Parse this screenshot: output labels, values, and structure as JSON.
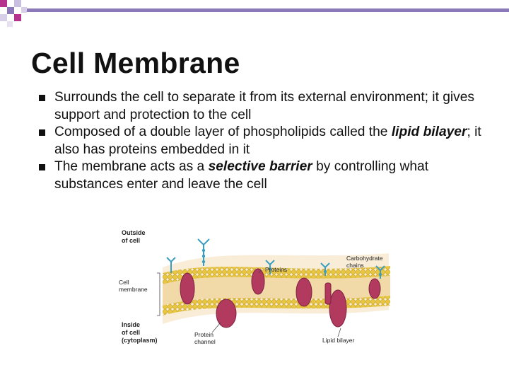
{
  "title": "Cell Membrane",
  "bullets": [
    {
      "parts": [
        {
          "text": "Surrounds the cell to separate it from its external environment; it gives support and protection to the cell",
          "style": "normal"
        }
      ]
    },
    {
      "parts": [
        {
          "text": "Composed of a double layer of phospholipids called the ",
          "style": "normal"
        },
        {
          "text": "lipid bilayer",
          "style": "bold-italic"
        },
        {
          "text": "; it also has proteins embedded in it",
          "style": "normal"
        }
      ]
    },
    {
      "parts": [
        {
          "text": "The membrane acts as a ",
          "style": "normal"
        },
        {
          "text": "selective barrier",
          "style": "bold-italic"
        },
        {
          "text": " by controlling what substances enter and leave the cell",
          "style": "normal"
        }
      ]
    }
  ],
  "diagram": {
    "outside_line1": "Outside",
    "outside_line2": "of cell",
    "cell_membrane_line1": "Cell",
    "cell_membrane_line2": "membrane",
    "inside_line1": "Inside",
    "inside_line2": "of cell",
    "inside_line3": "(cytoplasm)",
    "proteins": "Proteins",
    "carbohydrate_line1": "Carbohydrate",
    "carbohydrate_line2": "chains",
    "protein_channel_line1": "Protein",
    "protein_channel_line2": "channel",
    "lipid_bilayer": "Lipid bilayer"
  },
  "colors": {
    "accent_rule": "#8a78b8",
    "corner_purple": "#8a78b8",
    "corner_magenta": "#b5338f",
    "membrane_heads": "#e8c640",
    "membrane_core": "#f2d9a8",
    "protein": "#b23a5e",
    "carbohydrate": "#3a9ec0"
  }
}
